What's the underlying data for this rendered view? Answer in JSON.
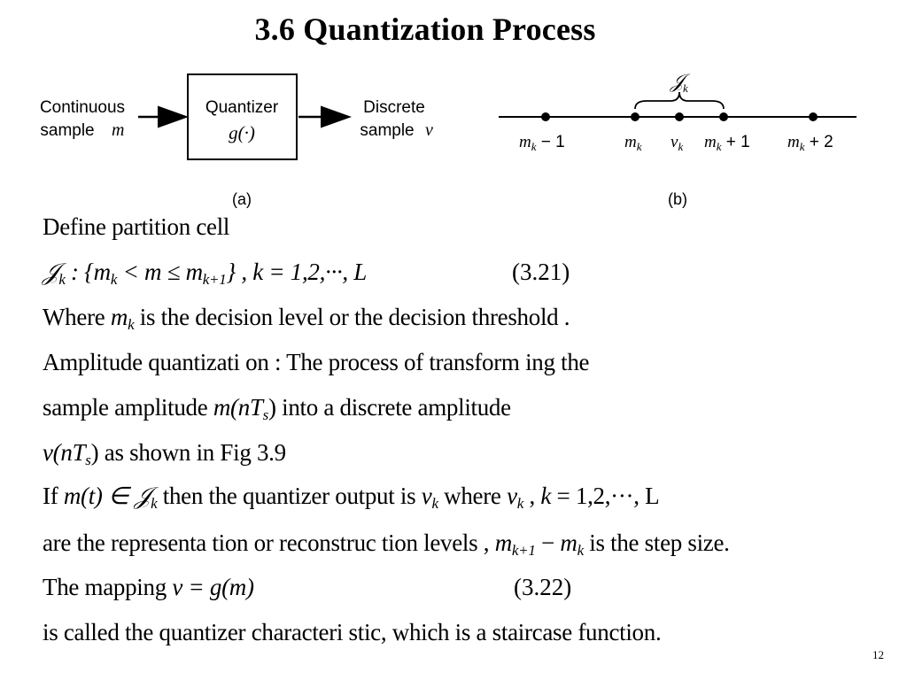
{
  "title": "3.6 Quantization Process",
  "figure_a": {
    "input_line1": "Continuous",
    "input_line2": "sample",
    "input_var": "m",
    "block_line1": "Quantizer",
    "block_line2": "g(·)",
    "output_line1": "Discrete",
    "output_line2": "sample",
    "output_var": "v",
    "caption": "(a)"
  },
  "figure_b": {
    "cell_label": "𝒥",
    "cell_sub": "k",
    "ticks": [
      "m_k − 1",
      "m_k",
      "v_k",
      "m_k + 1",
      "m_k + 2"
    ],
    "caption": "(b)"
  },
  "lines": {
    "l1": "Define  partition  cell",
    "l2_cell": "𝒥",
    "l2_sub": "k",
    "l2_rest": " : {m",
    "l2_a": "k",
    "l2_b": " < m ≤ m",
    "l2_c": "k+1",
    "l2_d": "} , k = 1,2,···, L",
    "l2_eq": "(3.21)",
    "l3_a": "Where ",
    "l3_m": "m",
    "l3_k": "k",
    "l3_b": " is the decision  level  or the  decision  threshold .",
    "l4": "Amplitude  quantizati  on : The  process of  transform ing  the",
    "l5_a": "sample  amplitude  ",
    "l5_m": "m(nT",
    "l5_s": "s",
    "l5_b": ") into  a discrete  amplitude",
    "l6_a": "ν(nT",
    "l6_s": "s",
    "l6_b": ") as shown  in  Fig 3.9",
    "l7_a": "If  ",
    "l7_m": "m(t) ∈ 𝒥",
    "l7_k": "k",
    "l7_b": "  then  the quantizer   output  is ",
    "l7_v": "v",
    "l7_vk": "k",
    "l7_c": " where  ",
    "l7_v2": "v",
    "l7_v2k": "k",
    "l7_d": " , ",
    "l7_k2": "k",
    "l7_e": "  = 1,2,···, L",
    "l8_a": "are the  representa tion  or reconstruc tion  levels   , ",
    "l8_m1": "m",
    "l8_s1": "k+1",
    "l8_b": " − ",
    "l8_m2": "m",
    "l8_s2": "k",
    "l8_c": "  is the  step  size.",
    "l9_a": "The  mapping   ",
    "l9_b": "ν = g(m)",
    "l9_eq": "(3.22)",
    "l10": "is called  the  quantizer   characteri  stic,  which  is a staircase  function."
  },
  "page_number": "12"
}
